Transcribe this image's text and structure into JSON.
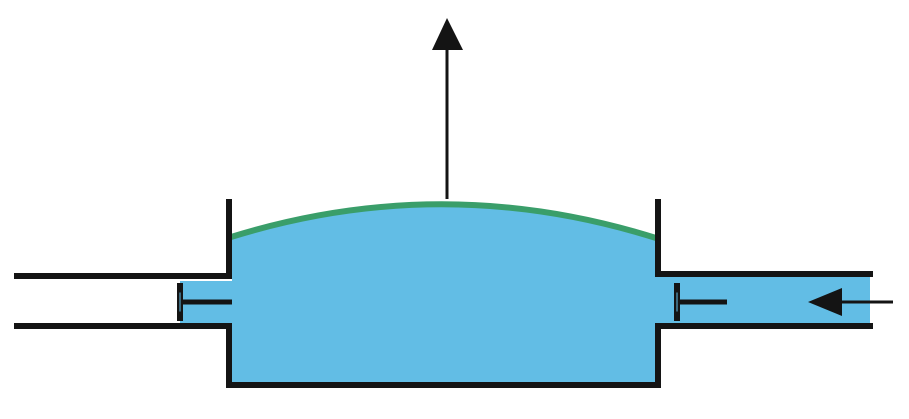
{
  "colors": {
    "fluid": "#62bde5",
    "membrane": "#3a9e6a",
    "wall": "#141414",
    "arrow": "#141414",
    "background": "#ffffff"
  },
  "components": {
    "chamber": "chamber",
    "membrane": "elastic-membrane",
    "left_pipe": "outlet-pipe",
    "right_pipe": "inlet-pipe",
    "left_valve": "outlet-valve",
    "right_valve": "inlet-valve",
    "up_arrow": "membrane-force-arrow",
    "inflow_arrow": "inflow-arrow"
  }
}
